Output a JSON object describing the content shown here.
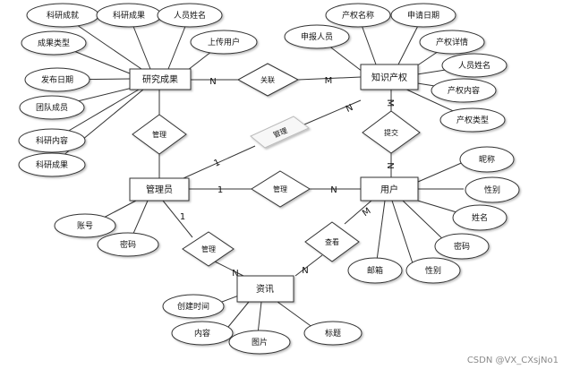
{
  "entities": {
    "research": "研究成果",
    "ip": "知识产权",
    "admin": "管理员",
    "user": "用户",
    "news": "资讯"
  },
  "research_attrs": [
    "科研成就",
    "科研成果",
    "人员姓名",
    "成果类型",
    "上传用户",
    "发布日期",
    "团队成员",
    "科研内容",
    "科研成果"
  ],
  "ip_attrs": [
    "产权名称",
    "申请日期",
    "申报人员",
    "产权详情",
    "人员姓名",
    "产权内容",
    "产权类型"
  ],
  "admin_attrs": [
    "账号",
    "密码"
  ],
  "user_attrs": [
    "昵称",
    "性别",
    "姓名",
    "密码",
    "邮箱",
    "性别"
  ],
  "news_attrs": [
    "创建时间",
    "内容",
    "图片",
    "标题"
  ],
  "relations": {
    "link": "关联",
    "manage_research": "管理",
    "manage_ip": "管理",
    "manage_user": "管理",
    "manage_news": "管理",
    "submit": "提交",
    "view": "查看"
  },
  "cardinality": {
    "n_link": "N",
    "m_link": "M",
    "one_admin_ip": "1",
    "n_admin_ip": "N",
    "m_submit": "M",
    "n_submit": "N",
    "one_admin_user": "1",
    "n_admin_user": "N",
    "one_admin_news": "1",
    "n_news_admin": "N",
    "n_news_view": "N",
    "m_view": "M"
  },
  "watermark": "CSDN @VX_CXsjNo1"
}
